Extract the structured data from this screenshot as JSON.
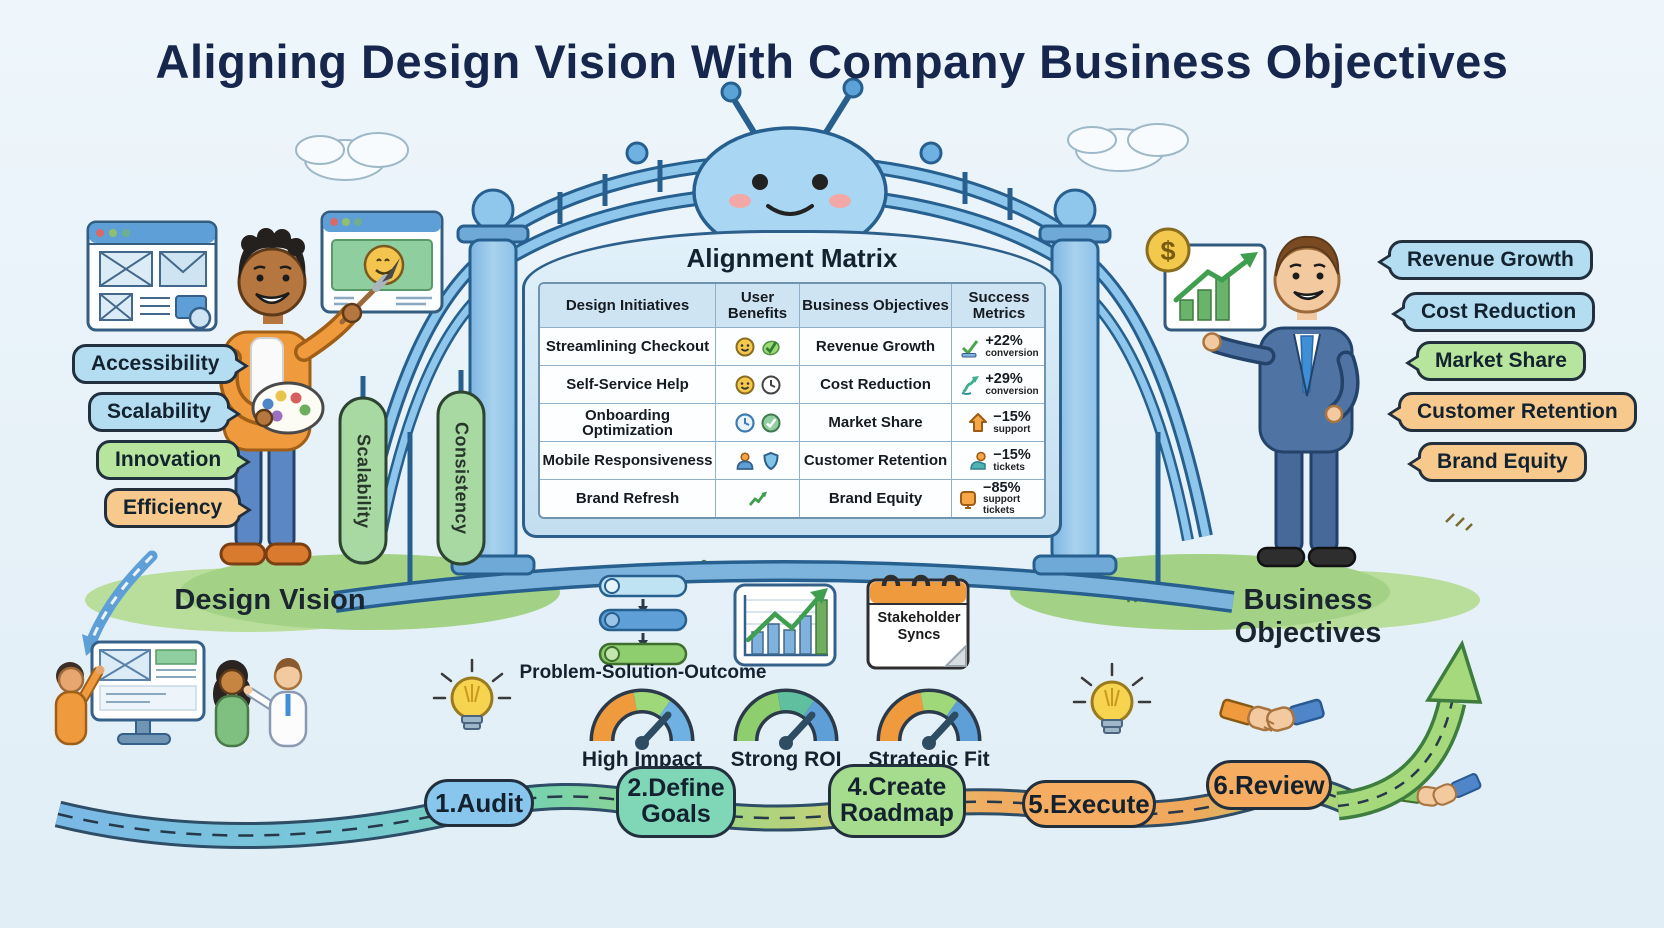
{
  "title": "Aligning Design Vision With Company Business Objectives",
  "left_panel": {
    "caption": "Design Vision",
    "bubbles": [
      {
        "label": "Accessibility",
        "color": "#b5ddf2"
      },
      {
        "label": "Scalability",
        "color": "#b5ddf2"
      },
      {
        "label": "Innovation",
        "color": "#b7e59d"
      },
      {
        "label": "Efficiency",
        "color": "#f8c98d"
      }
    ]
  },
  "right_panel": {
    "caption": "Business Objectives",
    "bubbles": [
      {
        "label": "Revenue Growth",
        "color": "#b5ddf2"
      },
      {
        "label": "Cost Reduction",
        "color": "#b5ddf2"
      },
      {
        "label": "Market Share",
        "color": "#b7e59d"
      },
      {
        "label": "Customer Retention",
        "color": "#f8c98d"
      },
      {
        "label": "Brand Equity",
        "color": "#f8c98d"
      }
    ]
  },
  "bridge": {
    "left_capsule_label": "Scalability",
    "right_capsule_label": "Consistency",
    "dollar_sign": "$"
  },
  "matrix": {
    "title": "Alignment Matrix",
    "columns": [
      "Design Initiatives",
      "User Benefits",
      "Business Objectives",
      "Success Metrics"
    ],
    "rows": [
      {
        "initiative": "Streamlining Checkout",
        "benefit_icons": [
          "smiley-icon",
          "check-leaf-icon"
        ],
        "objective": "Revenue Growth",
        "metric_value": "+22%",
        "metric_label": "conversion",
        "metric_icon": "check-bar-icon"
      },
      {
        "initiative": "Self-Service Help",
        "benefit_icons": [
          "smiley-icon",
          "clock-icon"
        ],
        "objective": "Cost Reduction",
        "metric_value": "+29%",
        "metric_label": "conversion",
        "metric_icon": "rising-arrow-icon"
      },
      {
        "initiative": "Onboarding Optimization",
        "benefit_icons": [
          "clock-icon",
          "globe-check-icon"
        ],
        "objective": "Market Share",
        "metric_value": "−15%",
        "metric_label": "support",
        "metric_icon": "up-arrow-icon"
      },
      {
        "initiative": "Mobile Responsiveness",
        "benefit_icons": [
          "person-icon",
          "shield-icon"
        ],
        "objective": "Customer Retention",
        "metric_value": "−15%",
        "metric_label": "tickets",
        "metric_icon": "agent-icon"
      },
      {
        "initiative": "Brand Refresh",
        "benefit_icons": [
          "trend-up-icon"
        ],
        "objective": "Brand Equity",
        "metric_value": "−85%",
        "metric_label": "support tickets",
        "metric_icon": "screen-icon"
      }
    ]
  },
  "process": {
    "flow_label": "Problem-Solution-Outcome",
    "calendar_label": "Stakeholder Syncs",
    "gauges": [
      {
        "label": "High Impact"
      },
      {
        "label": "Strong ROI"
      },
      {
        "label": "Strategic Fit"
      }
    ],
    "timeline": [
      {
        "label": "1.Audit",
        "color": "#89c6ee"
      },
      {
        "label": "2.Define Goals",
        "color": "#7fd7b8"
      },
      {
        "label": "4.Create Roadmap",
        "color": "#a6dc8e"
      },
      {
        "label": "5.Execute",
        "color": "#f6ad62"
      },
      {
        "label": "6.Review",
        "color": "#f6ad62"
      }
    ]
  },
  "icons": [
    "robot-mascot",
    "cloud",
    "wireframe-window",
    "smiley-window",
    "paint-palette",
    "dollar-coin",
    "growth-chart",
    "flow-pills",
    "bar-chart-card",
    "calendar",
    "gauge",
    "lightbulb",
    "handshake",
    "green-growth-arrow",
    "process-ribbon"
  ]
}
